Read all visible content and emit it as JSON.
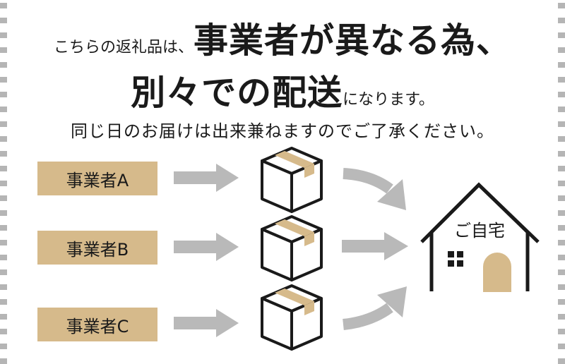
{
  "headline": {
    "line1_small": "こちらの返礼品は、",
    "line1_big": "事業者が異なる為、",
    "line2_big": "別々での配送",
    "line2_small": "になります。",
    "line3": "同じ日のお届けは出来兼ねますのでご了承ください。"
  },
  "vendors": [
    "事業者A",
    "事業者B",
    "事業者C"
  ],
  "destination": {
    "label": "ご自宅"
  },
  "colors": {
    "label_bg": "#d6ba8b",
    "arrow": "#b9b9b9",
    "box_tape": "#d6ba8b",
    "door": "#d6ba8b",
    "outline": "#1a1a1a",
    "edge_dash": "#b5b5b5"
  },
  "icons": [
    "cardboard-box-icon",
    "house-icon",
    "arrow-right-icon",
    "curved-arrow-icon"
  ]
}
